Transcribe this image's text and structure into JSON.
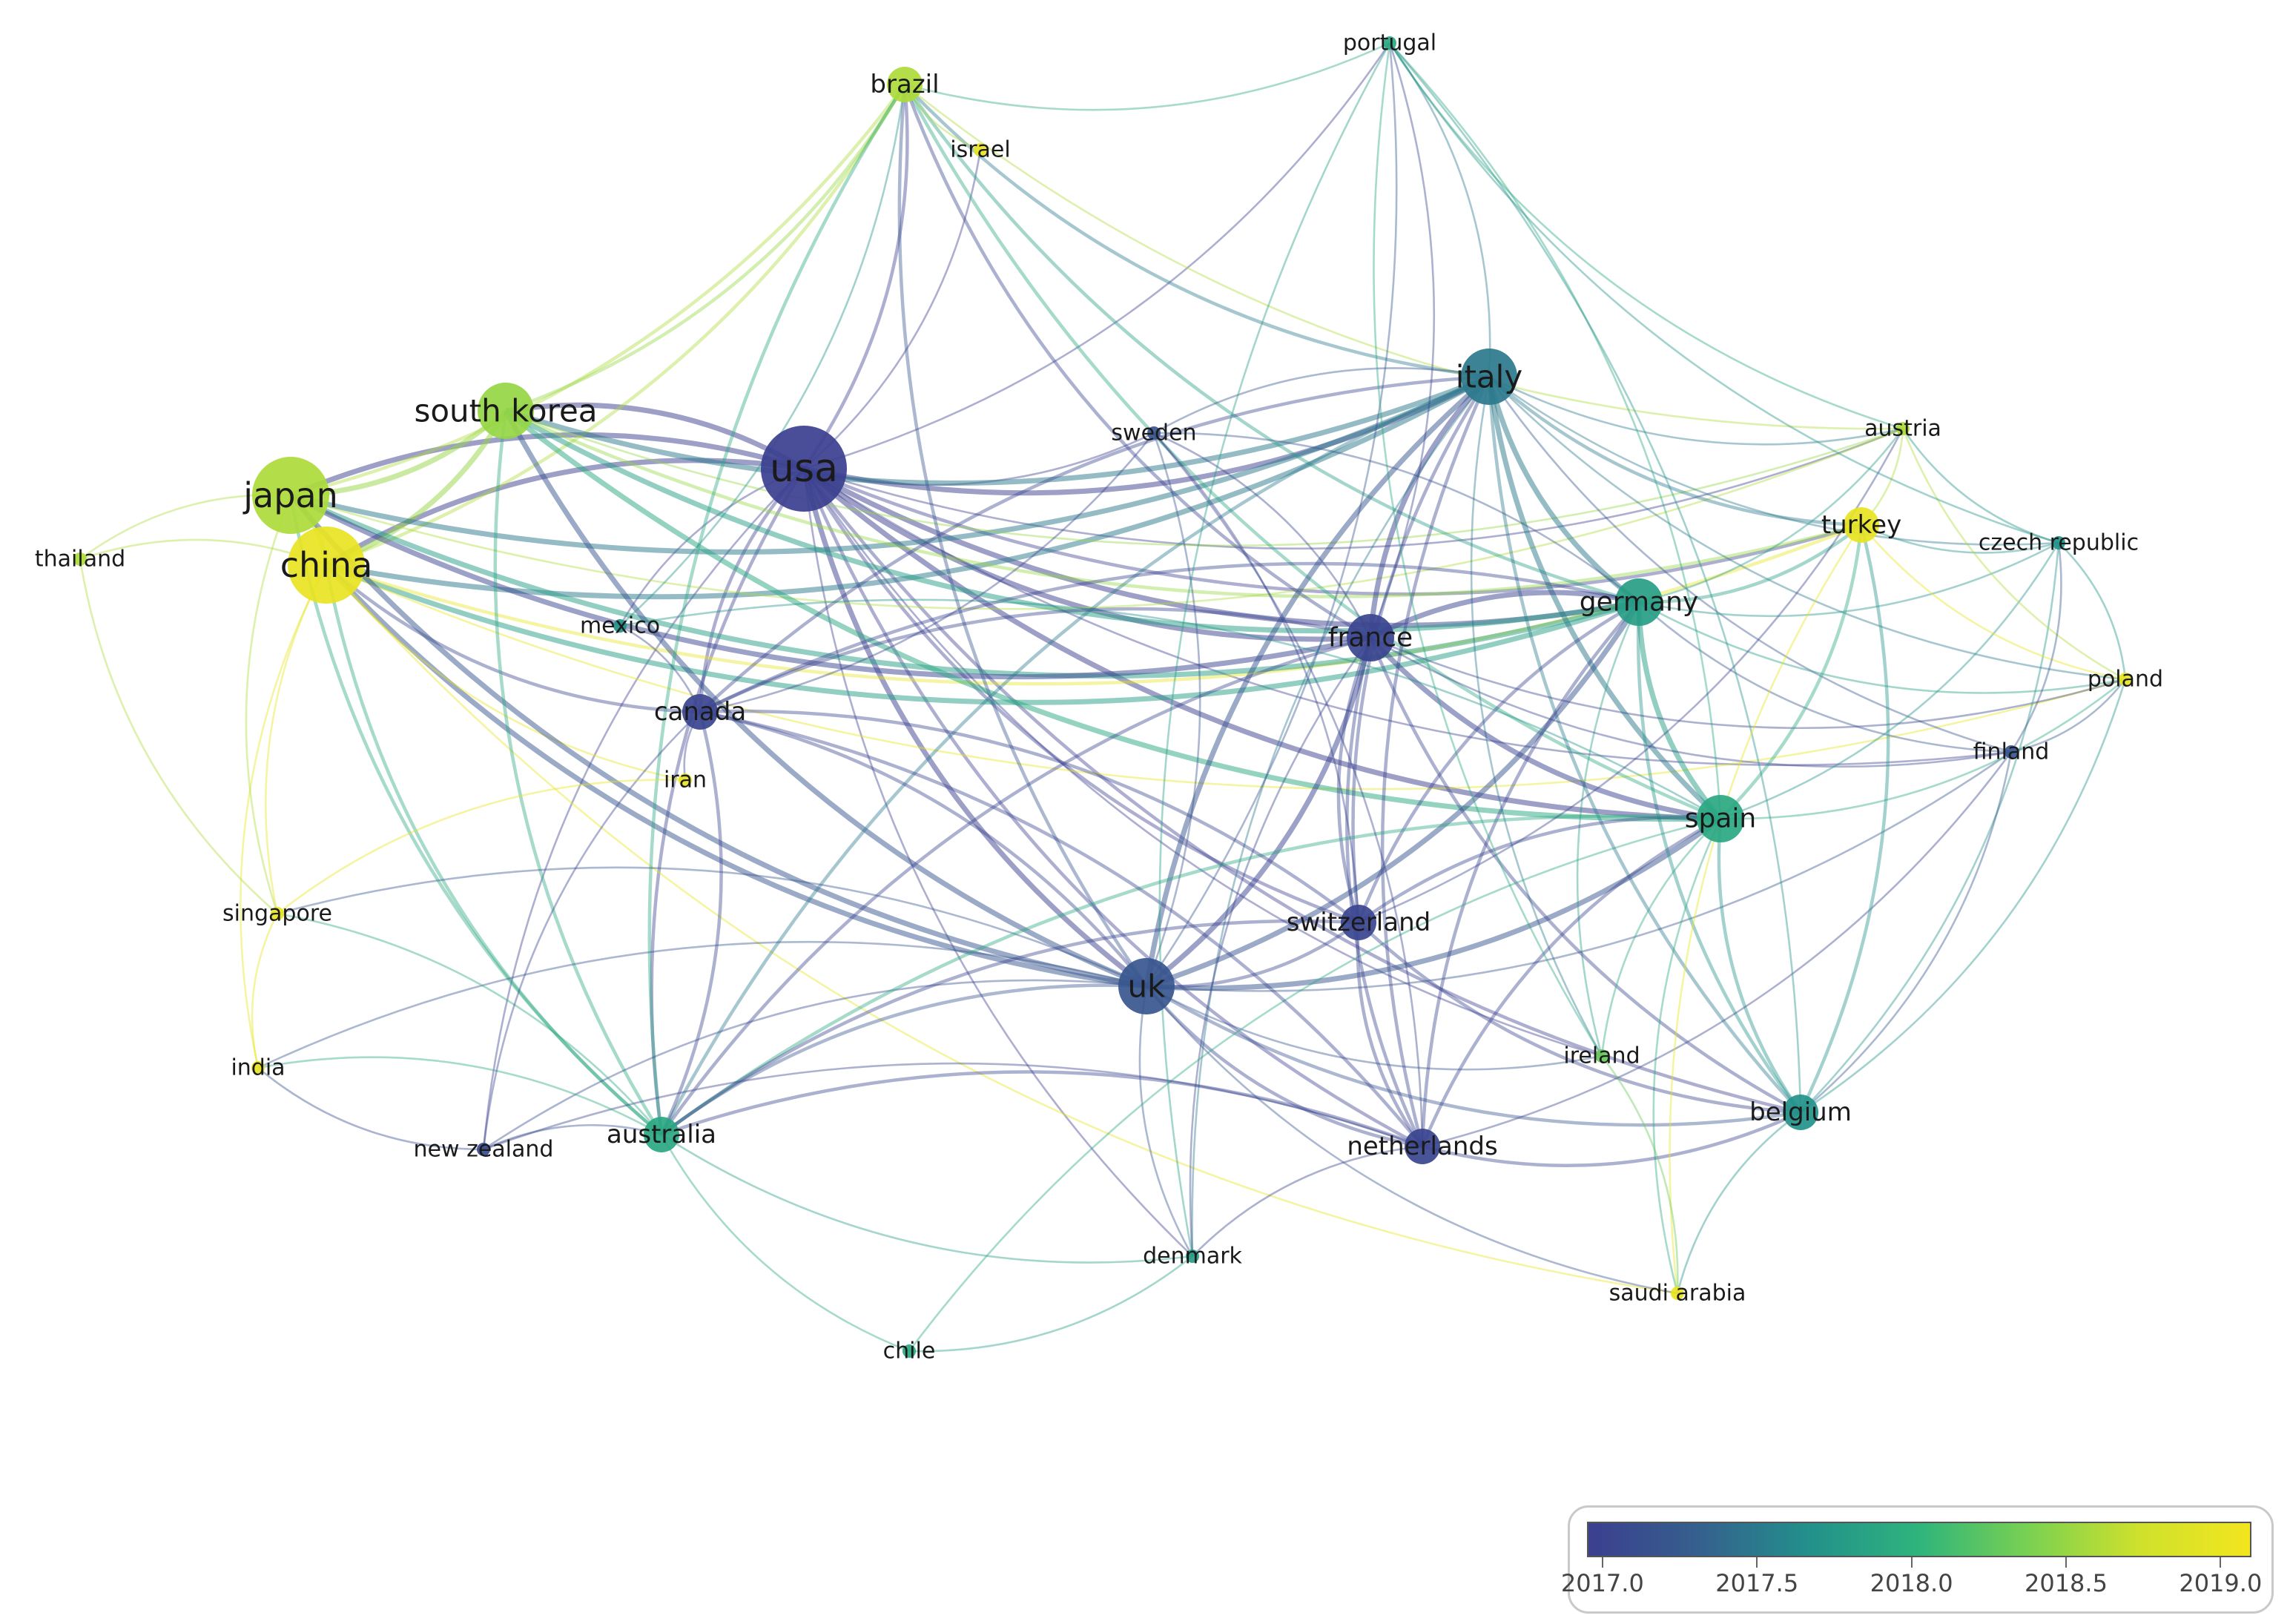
{
  "network": {
    "nodes": [
      {
        "id": "usa",
        "label": "usa",
        "year": 2016.9,
        "size": 9
      },
      {
        "id": "china",
        "label": "china",
        "year": 2019.0,
        "size": 8
      },
      {
        "id": "japan",
        "label": "japan",
        "year": 2018.6,
        "size": 8
      },
      {
        "id": "south korea",
        "label": "south korea",
        "year": 2018.5,
        "size": 6
      },
      {
        "id": "italy",
        "label": "italy",
        "year": 2017.5,
        "size": 6
      },
      {
        "id": "uk",
        "label": "uk",
        "year": 2017.2,
        "size": 6
      },
      {
        "id": "germany",
        "label": "germany",
        "year": 2017.8,
        "size": 5
      },
      {
        "id": "france",
        "label": "france",
        "year": 2017.0,
        "size": 5
      },
      {
        "id": "spain",
        "label": "spain",
        "year": 2017.9,
        "size": 5
      },
      {
        "id": "brazil",
        "label": "brazil",
        "year": 2018.6,
        "size": 4
      },
      {
        "id": "turkey",
        "label": "turkey",
        "year": 2019.0,
        "size": 4
      },
      {
        "id": "switzerland",
        "label": "switzerland",
        "year": 2017.0,
        "size": 4
      },
      {
        "id": "netherlands",
        "label": "netherlands",
        "year": 2017.0,
        "size": 4
      },
      {
        "id": "belgium",
        "label": "belgium",
        "year": 2017.7,
        "size": 4
      },
      {
        "id": "australia",
        "label": "australia",
        "year": 2017.9,
        "size": 4
      },
      {
        "id": "canada",
        "label": "canada",
        "year": 2017.0,
        "size": 4
      },
      {
        "id": "sweden",
        "label": "sweden",
        "year": 2017.2,
        "size": 2
      },
      {
        "id": "austria",
        "label": "austria",
        "year": 2018.6,
        "size": 2
      },
      {
        "id": "czech republic",
        "label": "czech republic",
        "year": 2017.7,
        "size": 2
      },
      {
        "id": "poland",
        "label": "poland",
        "year": 2019.0,
        "size": 2
      },
      {
        "id": "finland",
        "label": "finland",
        "year": 2017.2,
        "size": 2
      },
      {
        "id": "portugal",
        "label": "portugal",
        "year": 2017.9,
        "size": 2
      },
      {
        "id": "israel",
        "label": "israel",
        "year": 2019.0,
        "size": 2
      },
      {
        "id": "thailand",
        "label": "thailand",
        "year": 2018.6,
        "size": 2
      },
      {
        "id": "mexico",
        "label": "mexico",
        "year": 2017.7,
        "size": 2
      },
      {
        "id": "iran",
        "label": "iran",
        "year": 2019.0,
        "size": 2
      },
      {
        "id": "singapore",
        "label": "singapore",
        "year": 2019.0,
        "size": 2
      },
      {
        "id": "india",
        "label": "india",
        "year": 2019.0,
        "size": 2
      },
      {
        "id": "new zealand",
        "label": "new zealand",
        "year": 2017.1,
        "size": 2
      },
      {
        "id": "ireland",
        "label": "ireland",
        "year": 2018.3,
        "size": 2
      },
      {
        "id": "denmark",
        "label": "denmark",
        "year": 2017.8,
        "size": 2
      },
      {
        "id": "chile",
        "label": "chile",
        "year": 2017.9,
        "size": 2
      },
      {
        "id": "saudi arabia",
        "label": "saudi arabia",
        "year": 2019.0,
        "size": 2
      }
    ],
    "edges": [
      [
        "usa",
        "china"
      ],
      [
        "usa",
        "japan"
      ],
      [
        "usa",
        "south korea"
      ],
      [
        "usa",
        "italy"
      ],
      [
        "usa",
        "uk"
      ],
      [
        "usa",
        "germany"
      ],
      [
        "usa",
        "france"
      ],
      [
        "usa",
        "spain"
      ],
      [
        "usa",
        "brazil"
      ],
      [
        "usa",
        "canada"
      ],
      [
        "usa",
        "australia"
      ],
      [
        "usa",
        "netherlands"
      ],
      [
        "usa",
        "switzerland"
      ],
      [
        "usa",
        "sweden"
      ],
      [
        "usa",
        "belgium"
      ],
      [
        "usa",
        "portugal"
      ],
      [
        "usa",
        "turkey"
      ],
      [
        "usa",
        "mexico"
      ],
      [
        "usa",
        "israel"
      ],
      [
        "usa",
        "denmark"
      ],
      [
        "usa",
        "austria"
      ],
      [
        "usa",
        "new zealand"
      ],
      [
        "usa",
        "ireland"
      ],
      [
        "usa",
        "finland"
      ],
      [
        "china",
        "japan"
      ],
      [
        "china",
        "south korea"
      ],
      [
        "china",
        "singapore"
      ],
      [
        "china",
        "india"
      ],
      [
        "china",
        "thailand"
      ],
      [
        "china",
        "australia"
      ],
      [
        "china",
        "canada"
      ],
      [
        "china",
        "uk"
      ],
      [
        "china",
        "iran"
      ],
      [
        "china",
        "italy"
      ],
      [
        "china",
        "brazil"
      ],
      [
        "china",
        "germany"
      ],
      [
        "china",
        "turkey"
      ],
      [
        "china",
        "poland"
      ],
      [
        "china",
        "saudi arabia"
      ],
      [
        "japan",
        "south korea"
      ],
      [
        "japan",
        "thailand"
      ],
      [
        "japan",
        "italy"
      ],
      [
        "japan",
        "brazil"
      ],
      [
        "japan",
        "uk"
      ],
      [
        "japan",
        "germany"
      ],
      [
        "japan",
        "austria"
      ],
      [
        "japan",
        "australia"
      ],
      [
        "japan",
        "singapore"
      ],
      [
        "japan",
        "france"
      ],
      [
        "south korea",
        "italy"
      ],
      [
        "south korea",
        "brazil"
      ],
      [
        "south korea",
        "austria"
      ],
      [
        "south korea",
        "germany"
      ],
      [
        "south korea",
        "uk"
      ],
      [
        "south korea",
        "spain"
      ],
      [
        "south korea",
        "australia"
      ],
      [
        "south korea",
        "turkey"
      ],
      [
        "brazil",
        "italy"
      ],
      [
        "brazil",
        "portugal"
      ],
      [
        "brazil",
        "austria"
      ],
      [
        "brazil",
        "spain"
      ],
      [
        "brazil",
        "uk"
      ],
      [
        "brazil",
        "germany"
      ],
      [
        "brazil",
        "france"
      ],
      [
        "brazil",
        "australia"
      ],
      [
        "brazil",
        "israel"
      ],
      [
        "italy",
        "germany"
      ],
      [
        "italy",
        "france"
      ],
      [
        "italy",
        "uk"
      ],
      [
        "italy",
        "spain"
      ],
      [
        "italy",
        "switzerland"
      ],
      [
        "italy",
        "netherlands"
      ],
      [
        "italy",
        "belgium"
      ],
      [
        "italy",
        "austria"
      ],
      [
        "italy",
        "sweden"
      ],
      [
        "italy",
        "portugal"
      ],
      [
        "italy",
        "turkey"
      ],
      [
        "italy",
        "czech republic"
      ],
      [
        "italy",
        "poland"
      ],
      [
        "italy",
        "canada"
      ],
      [
        "italy",
        "australia"
      ],
      [
        "italy",
        "finland"
      ],
      [
        "italy",
        "ireland"
      ],
      [
        "italy",
        "denmark"
      ],
      [
        "uk",
        "germany"
      ],
      [
        "uk",
        "france"
      ],
      [
        "uk",
        "spain"
      ],
      [
        "uk",
        "switzerland"
      ],
      [
        "uk",
        "netherlands"
      ],
      [
        "uk",
        "belgium"
      ],
      [
        "uk",
        "australia"
      ],
      [
        "uk",
        "canada"
      ],
      [
        "uk",
        "sweden"
      ],
      [
        "uk",
        "ireland"
      ],
      [
        "uk",
        "denmark"
      ],
      [
        "uk",
        "new zealand"
      ],
      [
        "uk",
        "finland"
      ],
      [
        "uk",
        "portugal"
      ],
      [
        "uk",
        "saudi arabia"
      ],
      [
        "uk",
        "india"
      ],
      [
        "uk",
        "singapore"
      ],
      [
        "germany",
        "france"
      ],
      [
        "germany",
        "spain"
      ],
      [
        "germany",
        "switzerland"
      ],
      [
        "germany",
        "netherlands"
      ],
      [
        "germany",
        "belgium"
      ],
      [
        "germany",
        "austria"
      ],
      [
        "germany",
        "turkey"
      ],
      [
        "germany",
        "poland"
      ],
      [
        "germany",
        "czech republic"
      ],
      [
        "germany",
        "finland"
      ],
      [
        "germany",
        "sweden"
      ],
      [
        "germany",
        "canada"
      ],
      [
        "germany",
        "ireland"
      ],
      [
        "france",
        "spain"
      ],
      [
        "france",
        "switzerland"
      ],
      [
        "france",
        "netherlands"
      ],
      [
        "france",
        "belgium"
      ],
      [
        "france",
        "canada"
      ],
      [
        "france",
        "sweden"
      ],
      [
        "france",
        "portugal"
      ],
      [
        "france",
        "finland"
      ],
      [
        "france",
        "australia"
      ],
      [
        "france",
        "denmark"
      ],
      [
        "france",
        "poland"
      ],
      [
        "spain",
        "belgium"
      ],
      [
        "spain",
        "netherlands"
      ],
      [
        "spain",
        "switzerland"
      ],
      [
        "spain",
        "portugal"
      ],
      [
        "spain",
        "turkey"
      ],
      [
        "spain",
        "poland"
      ],
      [
        "spain",
        "czech republic"
      ],
      [
        "spain",
        "australia"
      ],
      [
        "spain",
        "ireland"
      ],
      [
        "spain",
        "mexico"
      ],
      [
        "spain",
        "saudi arabia"
      ],
      [
        "spain",
        "chile"
      ],
      [
        "switzerland",
        "netherlands"
      ],
      [
        "switzerland",
        "belgium"
      ],
      [
        "switzerland",
        "sweden"
      ],
      [
        "switzerland",
        "austria"
      ],
      [
        "switzerland",
        "canada"
      ],
      [
        "switzerland",
        "australia"
      ],
      [
        "netherlands",
        "belgium"
      ],
      [
        "netherlands",
        "australia"
      ],
      [
        "netherlands",
        "canada"
      ],
      [
        "netherlands",
        "sweden"
      ],
      [
        "netherlands",
        "denmark"
      ],
      [
        "netherlands",
        "finland"
      ],
      [
        "netherlands",
        "new zealand"
      ],
      [
        "belgium",
        "portugal"
      ],
      [
        "belgium",
        "czech republic"
      ],
      [
        "belgium",
        "poland"
      ],
      [
        "belgium",
        "finland"
      ],
      [
        "belgium",
        "saudi arabia"
      ],
      [
        "belgium",
        "turkey"
      ],
      [
        "australia",
        "canada"
      ],
      [
        "australia",
        "new zealand"
      ],
      [
        "australia",
        "singapore"
      ],
      [
        "australia",
        "india"
      ],
      [
        "australia",
        "chile"
      ],
      [
        "australia",
        "denmark"
      ],
      [
        "canada",
        "iran"
      ],
      [
        "canada",
        "mexico"
      ],
      [
        "canada",
        "new zealand"
      ],
      [
        "canada",
        "sweden"
      ],
      [
        "turkey",
        "poland"
      ],
      [
        "turkey",
        "austria"
      ],
      [
        "turkey",
        "czech republic"
      ],
      [
        "turkey",
        "saudi arabia"
      ],
      [
        "austria",
        "czech republic"
      ],
      [
        "austria",
        "poland"
      ],
      [
        "poland",
        "czech republic"
      ],
      [
        "finland",
        "poland"
      ],
      [
        "finland",
        "czech republic"
      ],
      [
        "portugal",
        "austria"
      ],
      [
        "portugal",
        "czech republic"
      ],
      [
        "portugal",
        "denmark"
      ],
      [
        "portugal",
        "ireland"
      ],
      [
        "thailand",
        "singapore"
      ],
      [
        "singapore",
        "india"
      ],
      [
        "india",
        "new zealand"
      ],
      [
        "iran",
        "singapore"
      ],
      [
        "saudi arabia",
        "ireland"
      ],
      [
        "mexico",
        "brazil"
      ],
      [
        "chile",
        "denmark"
      ]
    ]
  },
  "legend": {
    "ticks": [
      {
        "value": 2017.0,
        "label": "2017.0"
      },
      {
        "value": 2017.5,
        "label": "2017.5"
      },
      {
        "value": 2018.0,
        "label": "2018.0"
      },
      {
        "value": 2018.5,
        "label": "2018.5"
      },
      {
        "value": 2019.0,
        "label": "2019.0"
      }
    ],
    "range": [
      2016.95,
      2019.1
    ],
    "gradient": [
      "#3b3f8f",
      "#35608d",
      "#22908b",
      "#2fb47c",
      "#7ad151",
      "#cfe12c",
      "#f2e51e"
    ]
  }
}
